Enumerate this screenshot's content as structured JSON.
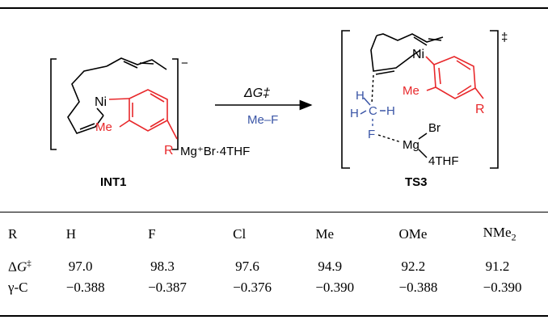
{
  "scheme": {
    "left_label": "INT1",
    "left_charge": "−",
    "left_counterion": "Mg⁺Br·4THF",
    "arrow_top": "ΔG‡",
    "arrow_bottom": "Me–F",
    "right_label": "TS3",
    "right_dagger": "‡",
    "atoms": {
      "ni": "Ni",
      "me": "Me",
      "r": "R",
      "h": "H",
      "c": "C",
      "f": "F",
      "mg": "Mg",
      "br": "Br",
      "thf": "4THF"
    },
    "colors": {
      "red": "#e8282b",
      "blue": "#3a55a6",
      "black": "#000000"
    }
  },
  "table": {
    "header": [
      "R",
      "H",
      "F",
      "Cl",
      "Me",
      "OMe",
      "NMe2"
    ],
    "rows": [
      {
        "label": "ΔG‡",
        "values": [
          "97.0",
          "98.3",
          "97.6",
          "94.9",
          "92.2",
          "91.2"
        ]
      },
      {
        "label": "γ-C",
        "values": [
          "−0.388",
          "−0.387",
          "−0.376",
          "−0.390",
          "−0.388",
          "−0.390"
        ]
      }
    ]
  }
}
